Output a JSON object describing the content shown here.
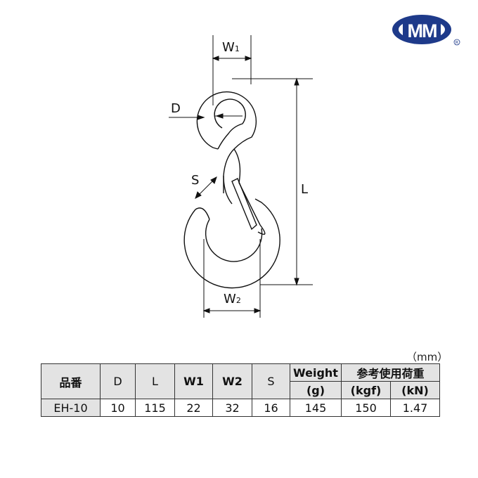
{
  "logo": {
    "text": "MM",
    "registered": "®",
    "color": "#1e3a8a"
  },
  "diagram": {
    "labels": {
      "W1": "W",
      "W1_sub": "1",
      "W2": "W",
      "W2_sub": "2",
      "D": "D",
      "S": "S",
      "L": "L"
    }
  },
  "table": {
    "unit": "（mm）",
    "headers": {
      "part": "品番",
      "D": "D",
      "L": "L",
      "W1": "W1",
      "W2": "W2",
      "S": "S",
      "weight": "Weight",
      "weight_unit": "(g)",
      "load": "参考使用荷重",
      "kgf": "(kgf)",
      "kN": "(kN)"
    },
    "rows": [
      {
        "part": "EH-10",
        "D": "10",
        "L": "115",
        "W1": "22",
        "W2": "32",
        "S": "16",
        "weight": "145",
        "kgf": "150",
        "kN": "1.47"
      }
    ]
  }
}
